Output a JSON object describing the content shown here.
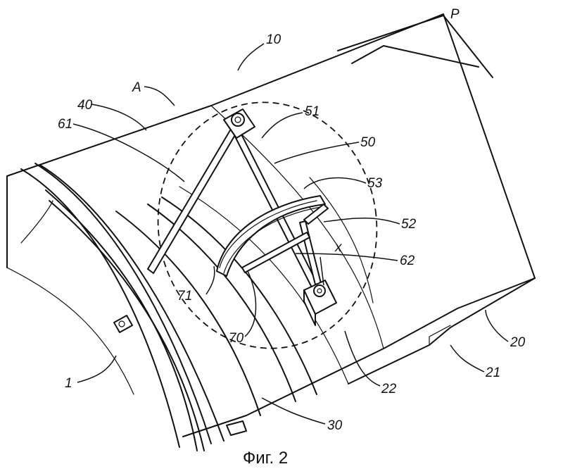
{
  "figure": {
    "caption": "Фиг. 2",
    "refs": {
      "r10": "10",
      "rP": "P",
      "rA": "A",
      "r40": "40",
      "r61": "61",
      "r51": "51",
      "r50": "50",
      "r53": "53",
      "r52": "52",
      "rx": "x",
      "r62": "62",
      "r71": "71",
      "r70": "70",
      "r20": "20",
      "r21": "21",
      "r22": "22",
      "r30": "30",
      "r1": "1"
    }
  }
}
